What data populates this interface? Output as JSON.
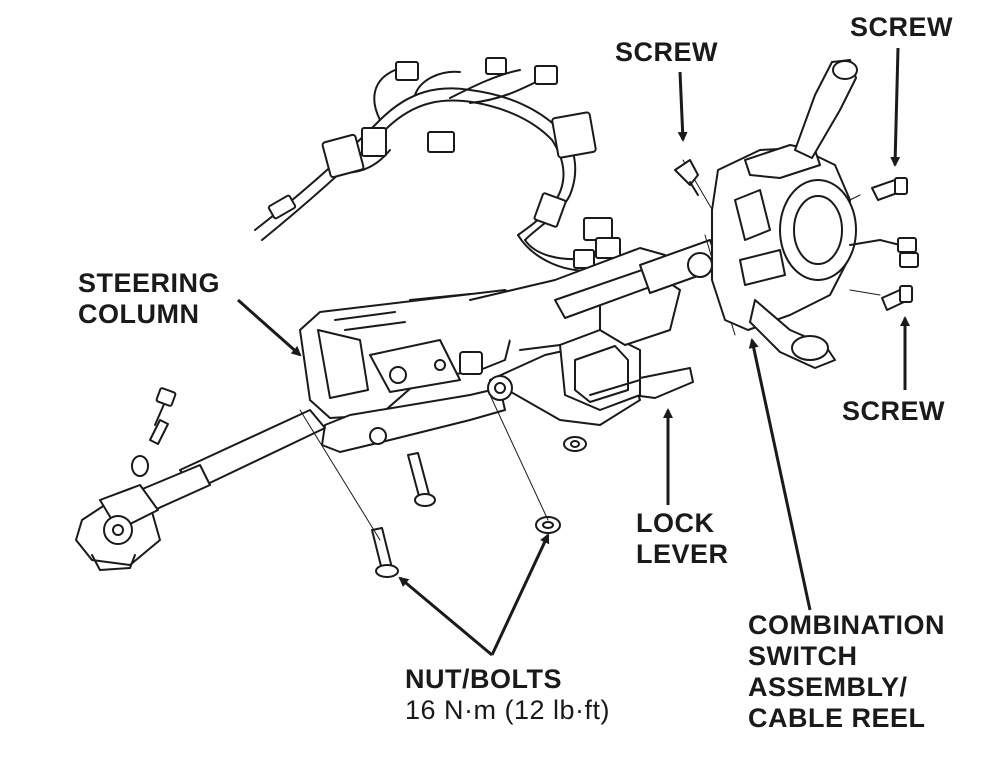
{
  "labels": {
    "screw_top_left": "SCREW",
    "screw_top_right": "SCREW",
    "screw_right": "SCREW",
    "steering_column": [
      "STEERING",
      "COLUMN"
    ],
    "lock_lever": [
      "LOCK",
      "LEVER"
    ],
    "combination_switch": [
      "COMBINATION",
      "SWITCH",
      "ASSEMBLY/",
      "CABLE REEL"
    ],
    "nut_bolts": "NUT/BOLTS",
    "torque": "16 N·m (12 lb·ft)"
  },
  "colors": {
    "ink": "#1a1a1a",
    "part_fill": "#ffffff",
    "background": "#ffffff"
  }
}
